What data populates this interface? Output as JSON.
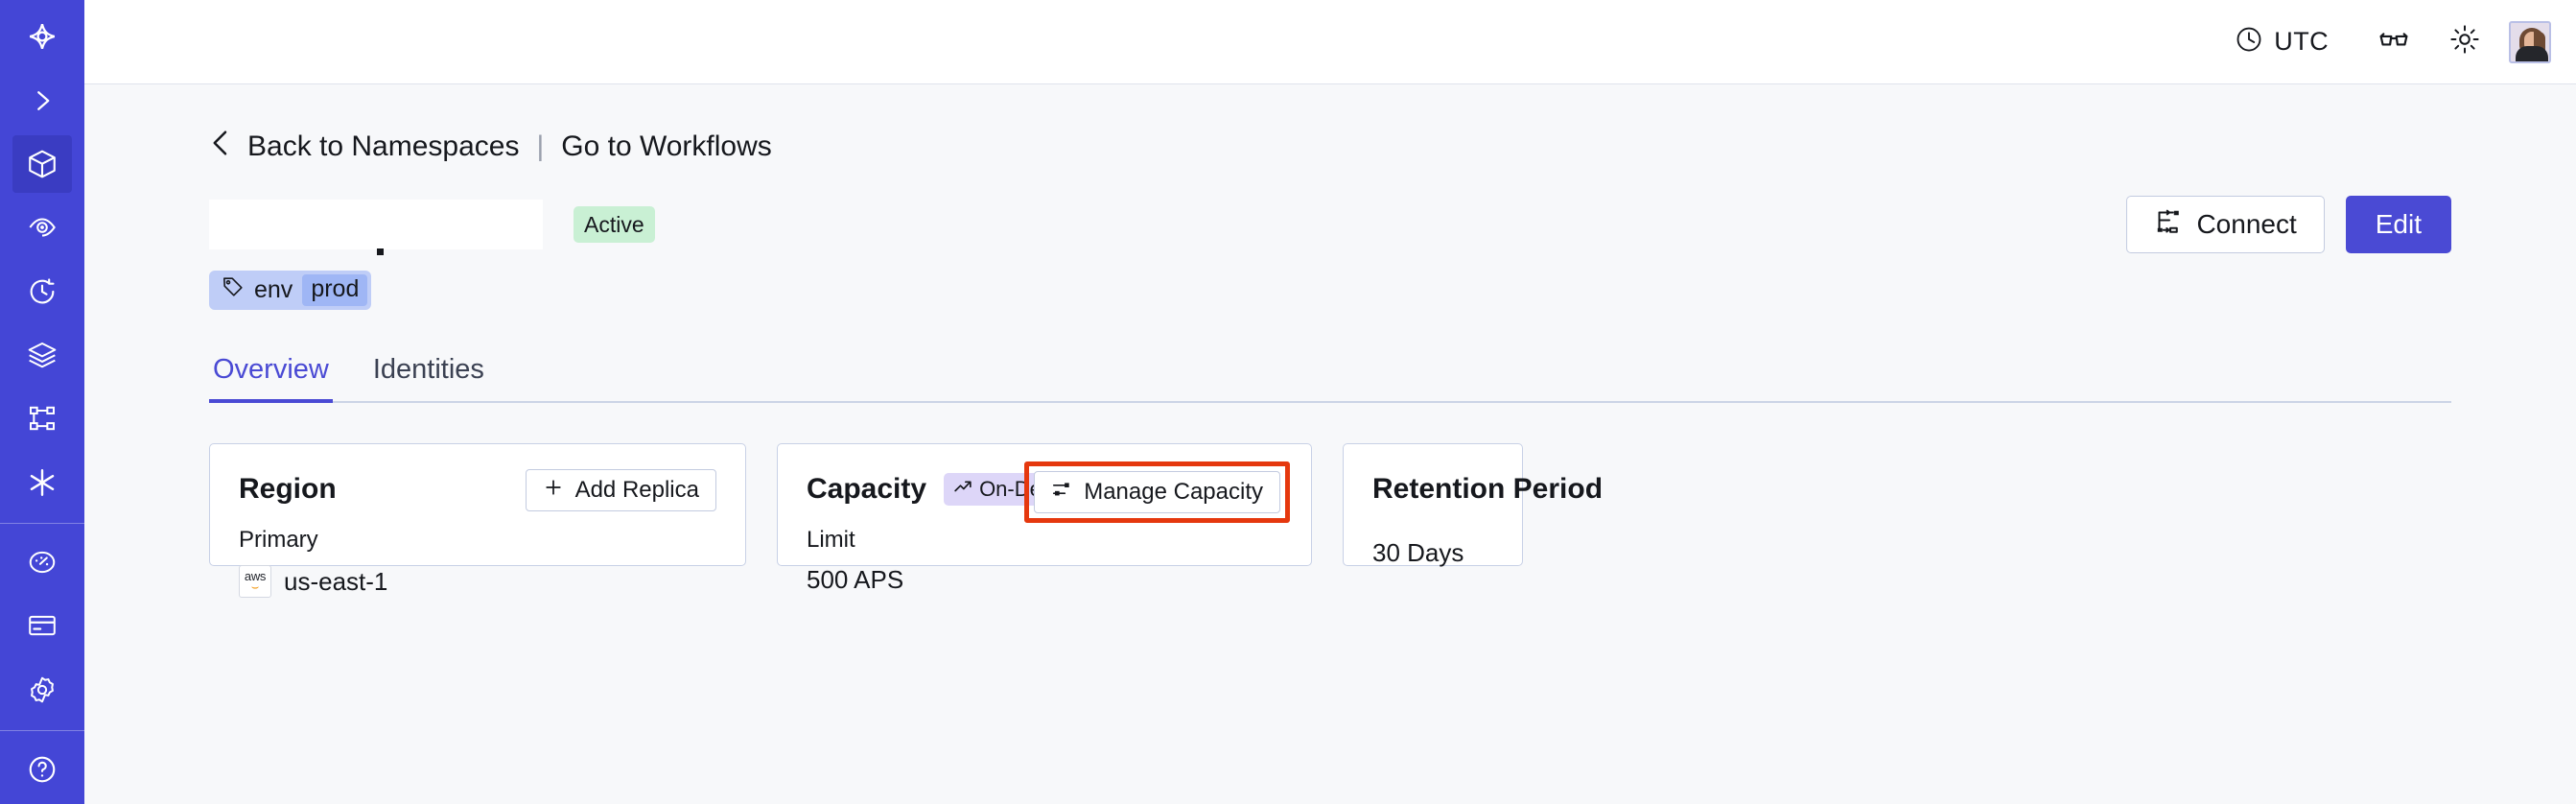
{
  "theme": {
    "sidebar_bg": "#4446d6",
    "sidebar_active_bg": "#3a3cc2",
    "accent": "#4a4ad4",
    "page_bg": "#f7f8fa",
    "card_border": "#c8d1e6",
    "status_green_bg": "#c9f0d4",
    "pill_purple_bg": "#ddd6f8",
    "tag_bg": "#bfcdf7",
    "tag_value_bg": "#9fb6f5",
    "highlight_red": "#e5380e"
  },
  "sidebar": {
    "items": [
      {
        "icon": "temporal-logo-icon",
        "name": "logo",
        "active": false
      },
      {
        "icon": "chevron-right-icon",
        "name": "expand-sidebar",
        "active": false
      },
      {
        "icon": "cube-icon",
        "name": "namespaces",
        "active": true
      },
      {
        "icon": "eye-spiral-icon",
        "name": "observability",
        "active": false
      },
      {
        "icon": "history-clock-icon",
        "name": "schedules",
        "active": false
      },
      {
        "icon": "layers-icon",
        "name": "deployments",
        "active": false
      },
      {
        "icon": "workflow-branch-icon",
        "name": "workflows",
        "active": false
      },
      {
        "icon": "asterisk-icon",
        "name": "nexus",
        "active": false
      }
    ],
    "items_secondary": [
      {
        "icon": "usage-gauge-icon",
        "name": "usage",
        "active": false
      },
      {
        "icon": "credit-card-icon",
        "name": "billing",
        "active": false
      },
      {
        "icon": "gear-icon",
        "name": "settings",
        "active": false
      }
    ],
    "items_footer": [
      {
        "icon": "help-circle-icon",
        "name": "help",
        "active": false
      }
    ]
  },
  "topbar": {
    "timezone_label": "UTC",
    "timezone_icon": "clock-icon",
    "glasses_icon": "glasses-icon",
    "theme_icon": "sun-icon",
    "avatar_name": "user-avatar"
  },
  "breadcrumb": {
    "back_icon": "chevron-left-icon",
    "back_label": "Back to Namespaces",
    "separator": "|",
    "forward_label": "Go to Workflows"
  },
  "header": {
    "namespace_name": "",
    "status": "Active",
    "connect_label": "Connect",
    "connect_icon": "connect-flow-icon",
    "edit_label": "Edit",
    "tag": {
      "icon": "tag-icon",
      "key": "env",
      "value": "prod"
    }
  },
  "tabs": [
    {
      "label": "Overview",
      "active": true
    },
    {
      "label": "Identities",
      "active": false
    }
  ],
  "cards": {
    "region": {
      "title": "Region",
      "action_label": "Add Replica",
      "action_icon": "plus-icon",
      "sub_label": "Primary",
      "provider_icon": "aws-icon",
      "provider_text": "aws",
      "value": "us-east-1"
    },
    "capacity": {
      "title": "Capacity",
      "pill_label": "On-Demand",
      "pill_icon": "trending-up-icon",
      "action_label": "Manage Capacity",
      "action_icon": "sliders-icon",
      "highlighted": true,
      "sub_label": "Limit",
      "value": "500 APS"
    },
    "retention": {
      "title": "Retention Period",
      "value": "30 Days"
    }
  }
}
